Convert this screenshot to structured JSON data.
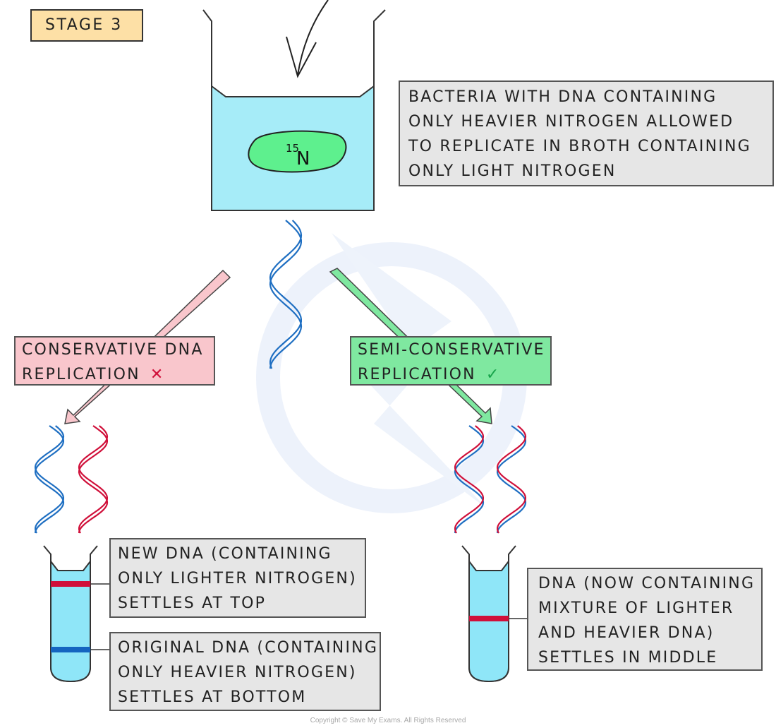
{
  "stage_label": "STAGE 3",
  "isotope": {
    "mass": "15",
    "symbol": "N"
  },
  "info_box": {
    "lines": [
      "BACTERIA WITH DNA CONTAINING",
      "ONLY HEAVIER NITROGEN ALLOWED",
      "TO REPLICATE IN BROTH CONTAINING",
      "ONLY LIGHT NITROGEN"
    ]
  },
  "conservative": {
    "lines": [
      "CONSERVATIVE DNA",
      "REPLICATION"
    ],
    "mark": "✕",
    "color": "#f9c6cc"
  },
  "semi_conservative": {
    "lines": [
      "SEMI-CONSERVATIVE",
      "REPLICATION"
    ],
    "mark": "✓",
    "color": "#7fe8a0"
  },
  "new_dna_label": {
    "lines": [
      "NEW DNA (CONTAINING",
      "ONLY LIGHTER NITROGEN)",
      "SETTLES AT TOP"
    ]
  },
  "original_dna_label": {
    "lines": [
      "ORIGINAL DNA (CONTAINING",
      "ONLY HEAVIER NITROGEN)",
      "SETTLES AT BOTTOM"
    ]
  },
  "mixture_label": {
    "lines": [
      "DNA (NOW CONTAINING",
      "MIXTURE OF LIGHTER",
      "AND HEAVIER DNA)",
      "SETTLES IN MIDDLE"
    ]
  },
  "copyright": "Copyright © Save My Exams. All Rights Reserved",
  "colors": {
    "broth": "#a6ecf8",
    "tube": "#8fe6f8",
    "bacterium": "#5ef08e",
    "light_strand": "#1f6fc2",
    "heavy_strand": "#d0103a",
    "band_light": "#d0103a",
    "band_heavy": "#1565c0",
    "watermark": "#edf2fb"
  }
}
